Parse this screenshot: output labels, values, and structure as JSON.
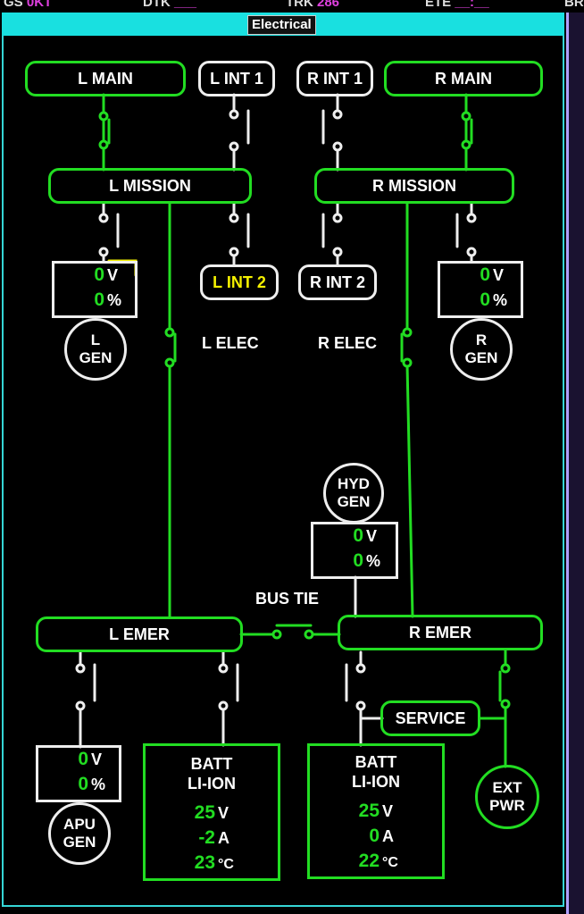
{
  "header": {
    "gs_label": "GS",
    "gs_value": "0KT",
    "dtk_label": "DTK",
    "dtk_value": "___",
    "trk_label": "TRK",
    "trk_value": "286",
    "ete_label": "ETE",
    "ete_value": "__:__",
    "brg_label": "BR"
  },
  "window": {
    "title": "Electrical"
  },
  "buses": {
    "l_main": "L MAIN",
    "l_int1": "L INT 1",
    "r_int1": "R INT 1",
    "r_main": "R MAIN",
    "l_mission": "L MISSION",
    "r_mission": "R MISSION",
    "l_int2": "L INT 2",
    "r_int2": "R INT 2",
    "l_emer": "L EMER",
    "r_emer": "R EMER",
    "service": "SERVICE"
  },
  "labels": {
    "l_elec": "L ELEC",
    "r_elec": "R ELEC",
    "bus_tie": "BUS TIE"
  },
  "sources": {
    "l_gen": {
      "line1": "L",
      "line2": "GEN",
      "volts": "0",
      "percent": "0"
    },
    "r_gen": {
      "line1": "R",
      "line2": "GEN",
      "volts": "0",
      "percent": "0"
    },
    "hyd_gen": {
      "line1": "HYD",
      "line2": "GEN",
      "volts": "0",
      "percent": "0"
    },
    "apu_gen": {
      "line1": "APU",
      "line2": "GEN",
      "volts": "0",
      "percent": "0"
    },
    "ext_pwr": {
      "line1": "EXT",
      "line2": "PWR"
    }
  },
  "batteries": {
    "left": {
      "line1": "BATT",
      "line2": "LI-ION",
      "volts": "25",
      "amps": "-2",
      "temp": "23"
    },
    "right": {
      "line1": "BATT",
      "line2": "LI-ION",
      "volts": "25",
      "amps": "0",
      "temp": "22"
    }
  },
  "units": {
    "volts": "V",
    "percent": "%",
    "amps": "A",
    "temp": "°C"
  },
  "colors": {
    "powered": "#22dd22",
    "unpowered": "#eeeeee",
    "caution": "#f4f000",
    "frame": "#19e0e0",
    "value_magenta": "#e040e0"
  }
}
